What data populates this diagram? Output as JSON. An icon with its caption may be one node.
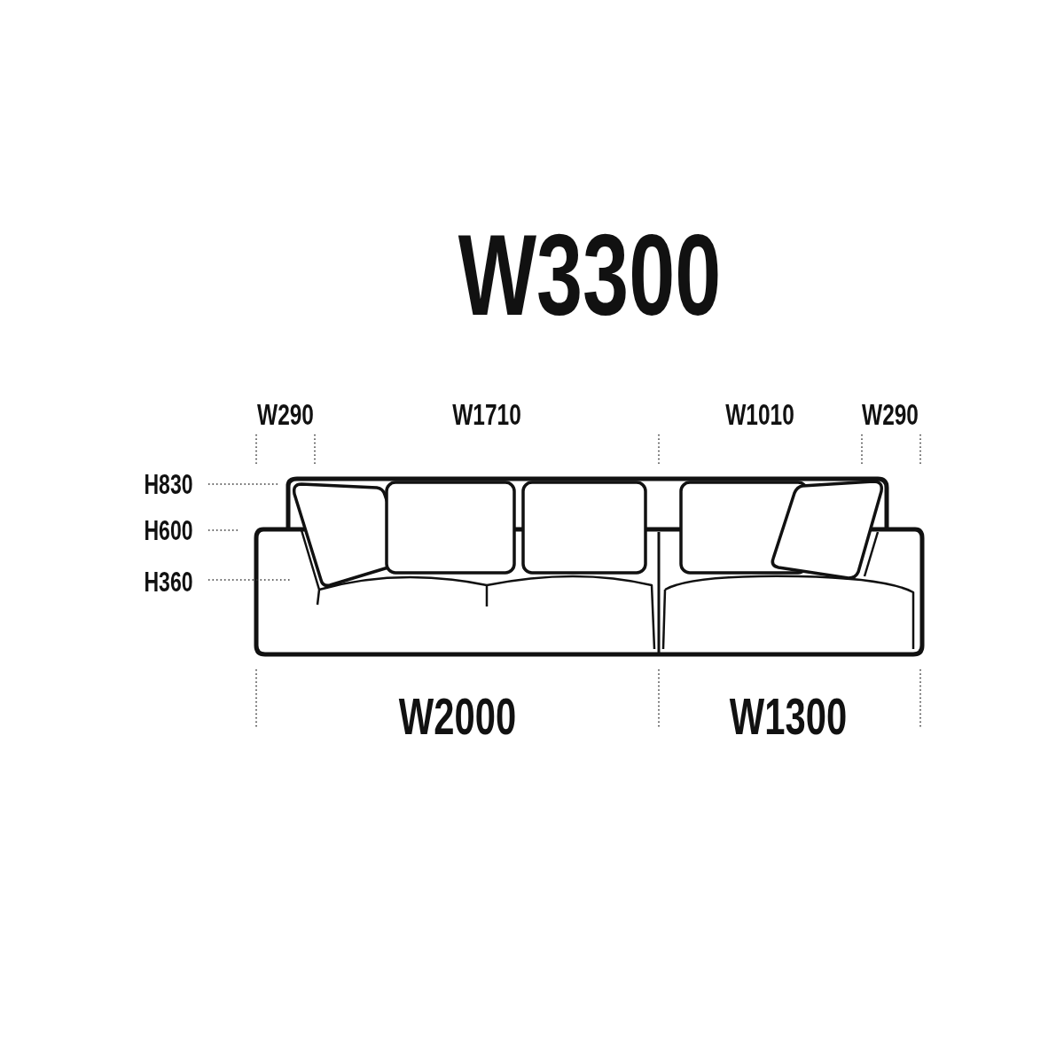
{
  "diagram": {
    "labels": [
      "W3300",
      "W290",
      "W1710",
      "W1010",
      "W290",
      "H830",
      "H600",
      "H360",
      "W2000",
      "W1300"
    ]
  }
}
